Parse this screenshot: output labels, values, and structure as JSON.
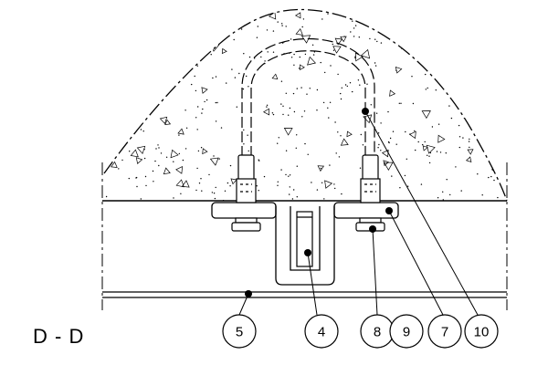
{
  "section_label": "D - D",
  "callouts": [
    {
      "number": "5"
    },
    {
      "number": "4"
    },
    {
      "number": "8"
    },
    {
      "number": "9"
    },
    {
      "number": "7"
    },
    {
      "number": "10"
    }
  ]
}
